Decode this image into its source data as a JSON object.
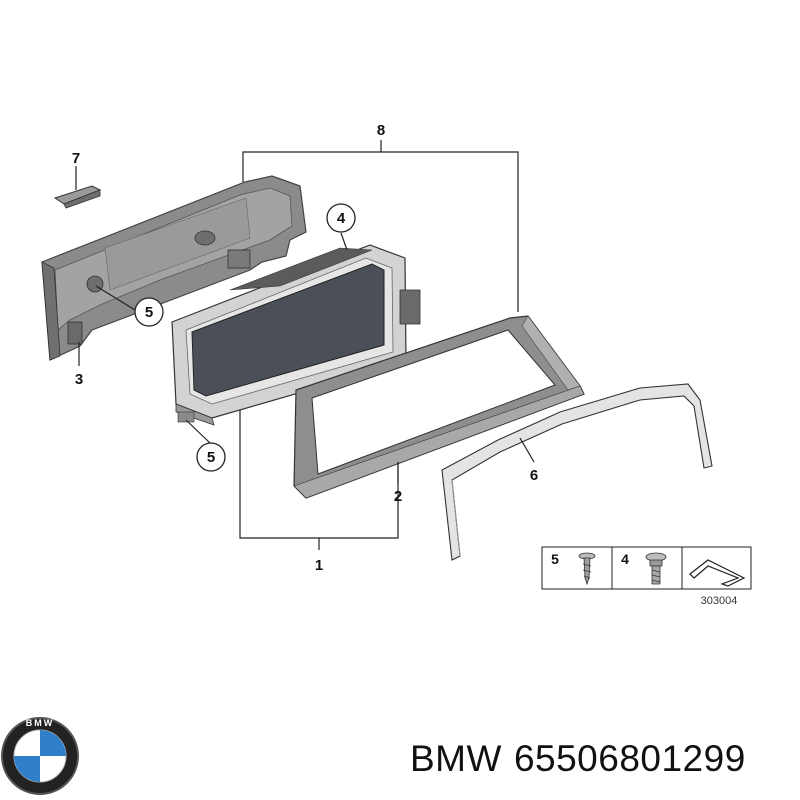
{
  "callouts": {
    "c1": "1",
    "c2": "2",
    "c3": "3",
    "c4": "4",
    "c5a": "5",
    "c5b": "5",
    "c6": "6",
    "c7": "7",
    "c8": "8"
  },
  "legend": {
    "item5": "5",
    "item4": "4",
    "ref_code": "303004"
  },
  "logo": {
    "text": "BMW"
  },
  "footer": {
    "brand": "BMW",
    "part_number": "65506801299"
  },
  "colors": {
    "housing": "#8a8a8a",
    "housing_dark": "#5e5e5e",
    "screen": "#4a4f57",
    "frame_light": "#d8d8d8",
    "trim": "#e6e6e6",
    "bmw_blue": "#2f7fc9"
  }
}
